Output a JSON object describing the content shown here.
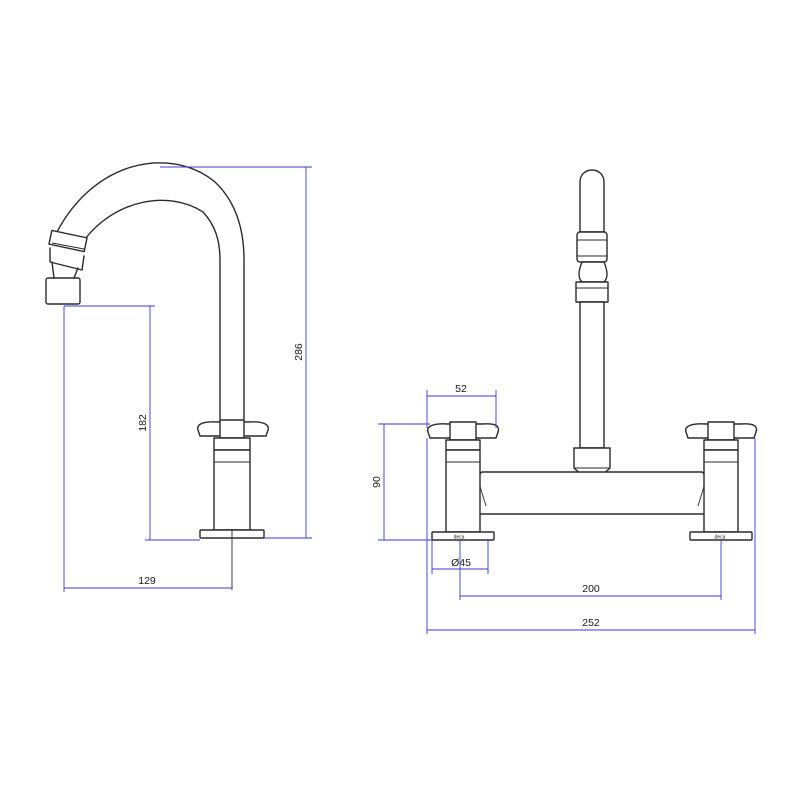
{
  "drawing": {
    "dimension_color": "#3a3ad0",
    "line_color": "#2b2b2b",
    "side_view": {
      "spout_height": "286",
      "outlet_height": "182",
      "reach": "129"
    },
    "front_view": {
      "handle_width": "52",
      "body_height": "90",
      "base_diameter": "Ø45",
      "center_distance": "200",
      "overall_width": "252",
      "brand_left": "deca",
      "brand_right": "deca"
    }
  }
}
